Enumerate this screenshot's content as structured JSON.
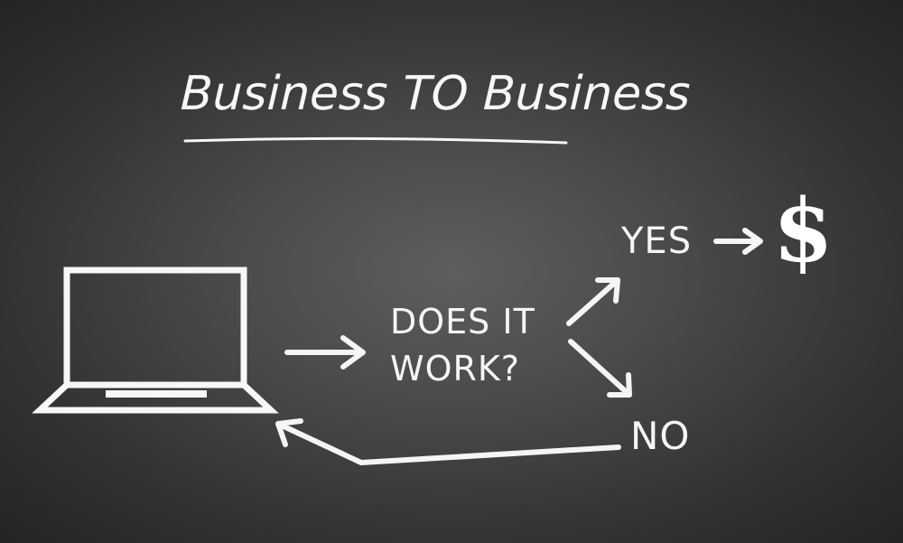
{
  "title": "Business TO Business",
  "question_line1": "DOES IT",
  "question_line2": "WORK?",
  "yes_label": "YES",
  "no_label": "NO",
  "result_symbol": "$",
  "colors": {
    "chalk": "#f5f5f5",
    "board": "#4a4a4a"
  },
  "icons": [
    "laptop-icon",
    "dollar-icon"
  ]
}
